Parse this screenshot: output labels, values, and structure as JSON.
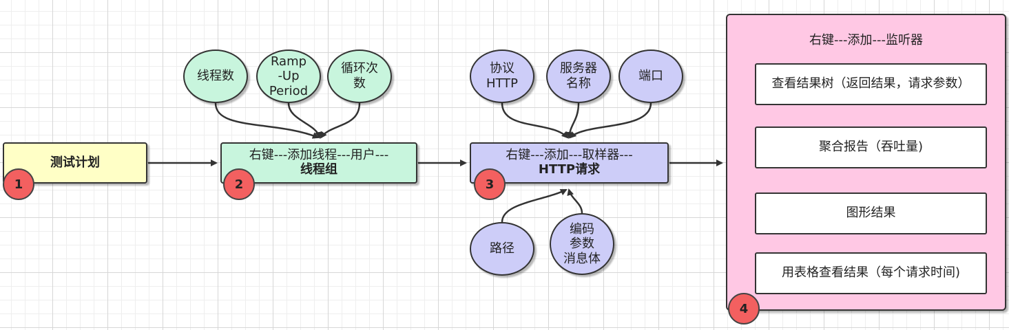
{
  "nodes": {
    "test_plan": {
      "label": "测试计划",
      "badge": "1",
      "color": "#ffffc6"
    },
    "thread_group": {
      "line1": "右键---添加线程---用户---",
      "line2": "线程组",
      "badge": "2",
      "color": "#c8f5dd"
    },
    "http_request": {
      "line1": "右键---添加---取样器---",
      "line2": "HTTP请求",
      "badge": "3",
      "color": "#cdcdf8"
    },
    "listener": {
      "title": "右键---添加---监听器",
      "badge": "4",
      "color": "#ffc8e4",
      "items": [
        "查看结果树（返回结果，请求参数）",
        "聚合报告（吞吐量)",
        "图形结果",
        "用表格查看结果（每个请求时间)"
      ]
    }
  },
  "thread_params": [
    "线程数",
    "Ramp\n-Up\nPeriod",
    "循环次\n数"
  ],
  "http_params": [
    "协议\nHTTP",
    "服务器\n名称",
    "端口"
  ],
  "http_lower_params": [
    "路径",
    "编码\n参数\n消息体"
  ],
  "colors": {
    "badge": "#f36060",
    "line": "#333333"
  }
}
